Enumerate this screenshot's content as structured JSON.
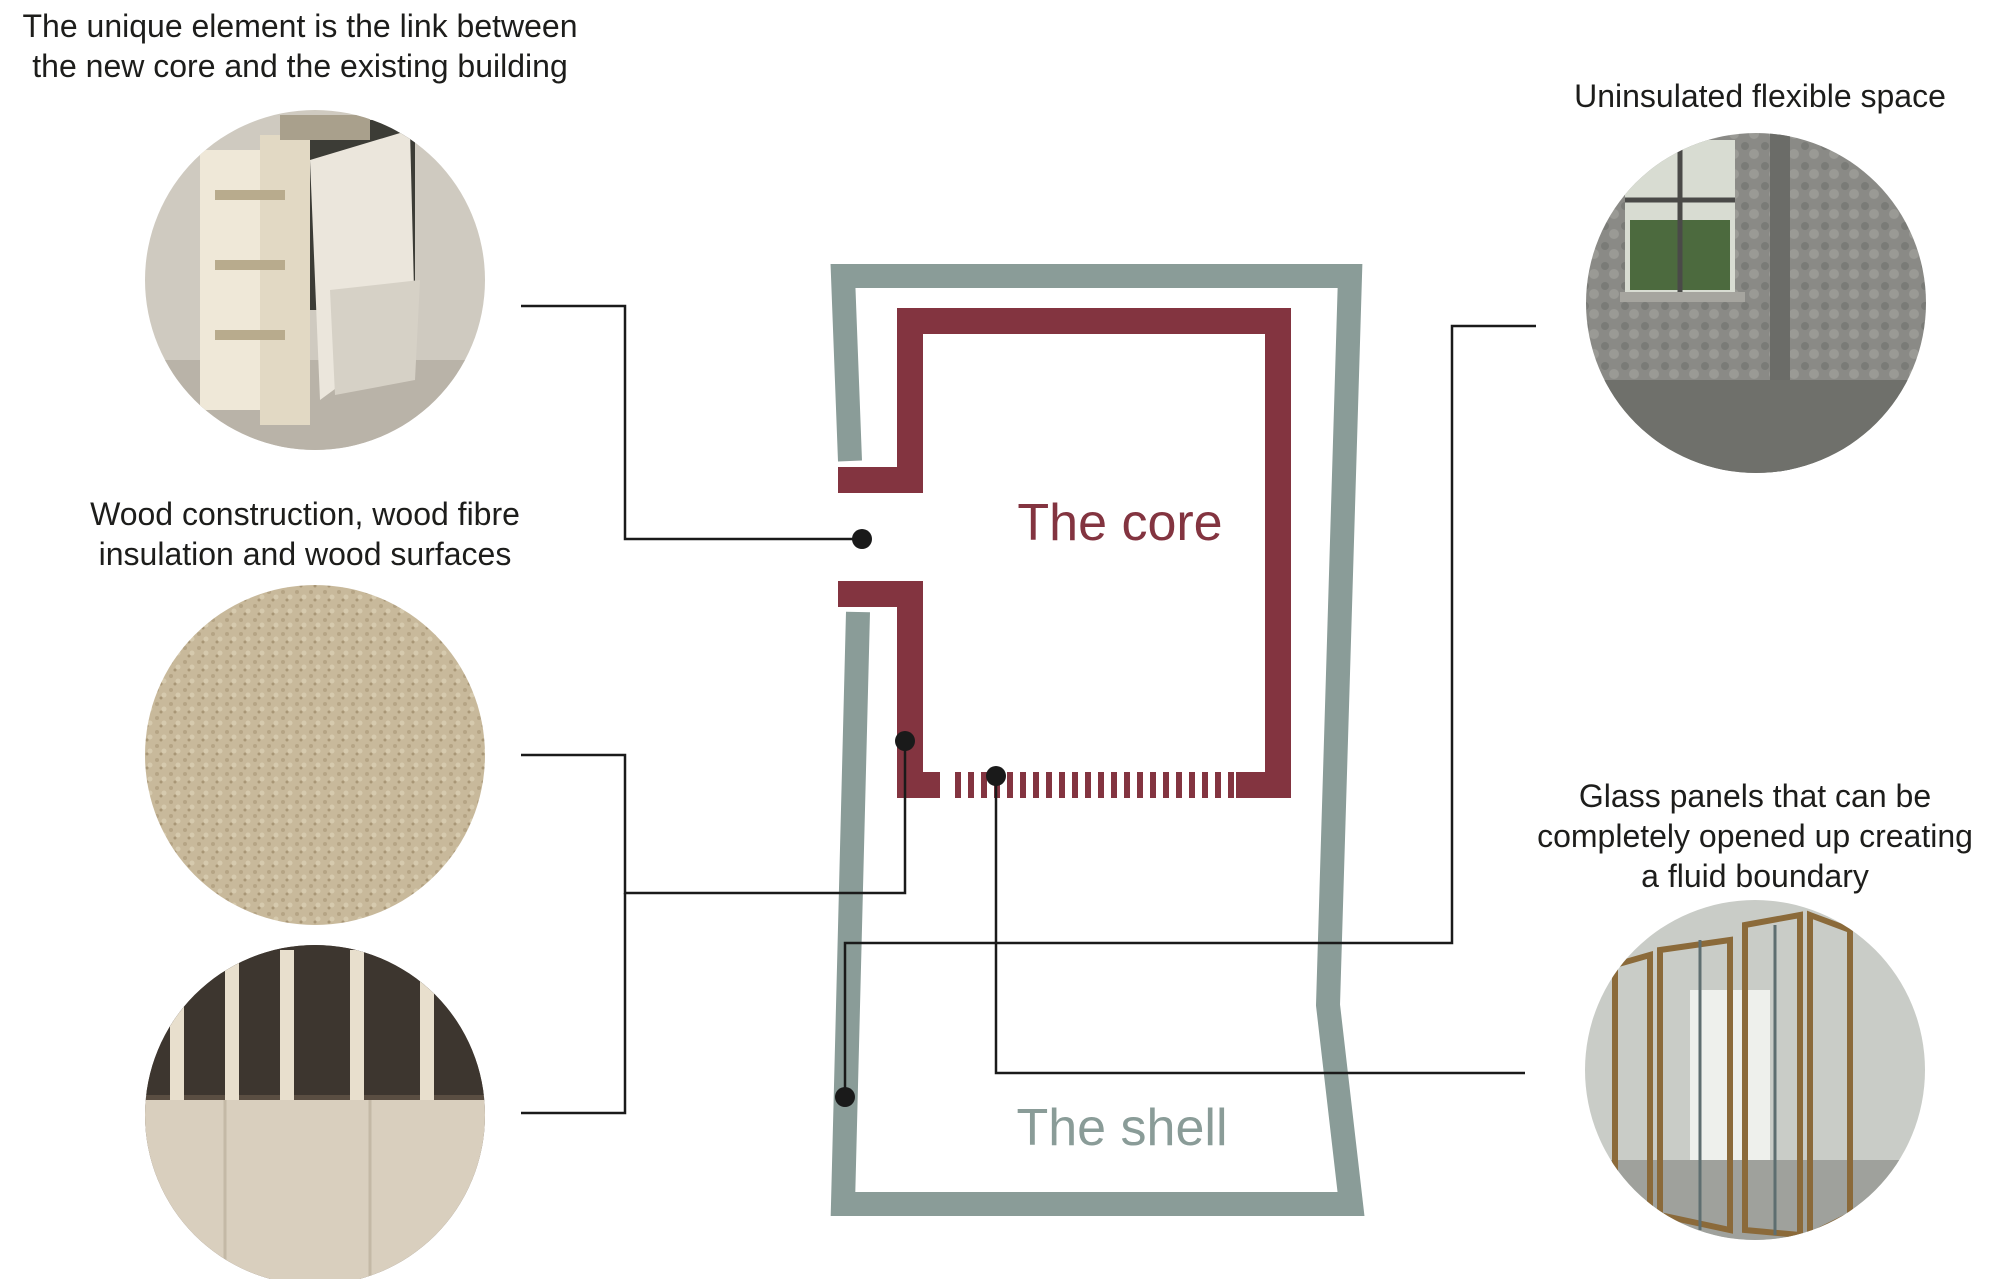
{
  "captions": {
    "link": {
      "line1": "The unique element is the link between",
      "line2": "the new core and the existing building"
    },
    "wood": {
      "line1": "Wood construction, wood fibre",
      "line2": "insulation and wood surfaces"
    },
    "uninsulated": {
      "line1": "Uninsulated flexible space"
    },
    "glass": {
      "line1": "Glass panels that can be",
      "line2": "completely opened up creating",
      "line3": "a fluid boundary"
    }
  },
  "labels": {
    "core": "The core",
    "shell": "The shell"
  },
  "colors": {
    "core": "#833440",
    "shell": "#8a9c98",
    "leader": "#1a1a1a"
  },
  "photos": [
    {
      "name": "wood-model-photo",
      "subject": "wooden model of core and link"
    },
    {
      "name": "wood-fibre-photo",
      "subject": "wood fibre insulation texture"
    },
    {
      "name": "wood-frame-photo",
      "subject": "timber stud frame with panels"
    },
    {
      "name": "concrete-window-photo",
      "subject": "raw concrete wall with window"
    },
    {
      "name": "glass-panels-photo",
      "subject": "folding glass panels in wooden frames"
    }
  ]
}
